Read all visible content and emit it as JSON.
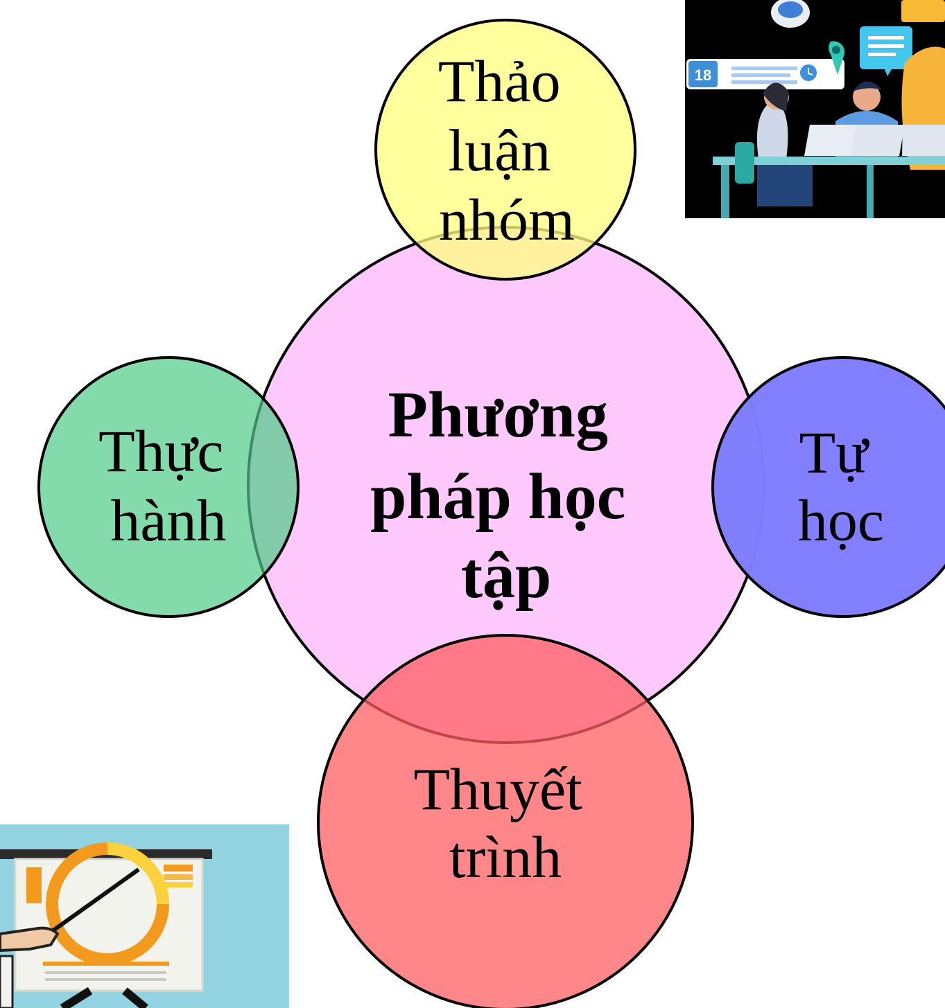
{
  "center": {
    "lines": [
      "Phương",
      "pháp học",
      "tập"
    ],
    "color": "#fdc9fd"
  },
  "top": {
    "lines": [
      "Thảo",
      "luận",
      "nhóm"
    ],
    "color": "#ffff80"
  },
  "left": {
    "lines": [
      "Thực",
      "hành"
    ],
    "color": "#4fcb86"
  },
  "right": {
    "lines": [
      "Tự",
      "học"
    ],
    "color": "#7f7dff"
  },
  "bottom": {
    "lines": [
      "Thuyết",
      "trình"
    ],
    "color": "#ff5e61"
  },
  "illustrations": {
    "team_meeting": {
      "calendar_number": "18"
    },
    "presentation": {}
  }
}
